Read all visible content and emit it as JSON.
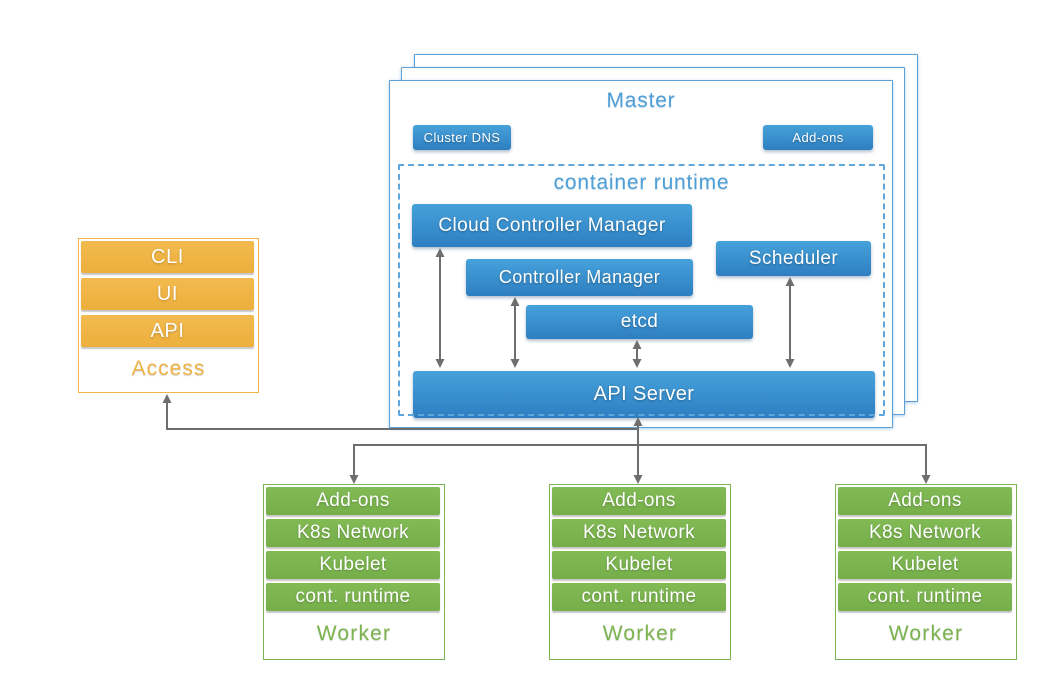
{
  "colors": {
    "box_blue_top": "#46A1DA",
    "box_blue_bottom": "#2E7FC1",
    "heading_blue": "#4E9FD7",
    "border_blue": "#5E9FD4",
    "green": "#7CB450",
    "orange": "#F0B446",
    "arrow_gray": "#6E6E6E"
  },
  "master": {
    "title": "Master",
    "cluster_dns_label": "Cluster DNS",
    "addons_label": "Add-ons",
    "container_runtime": {
      "title": "container runtime",
      "cloud_controller_manager": "Cloud Controller Manager",
      "controller_manager": "Controller Manager",
      "etcd": "etcd",
      "scheduler": "Scheduler",
      "api_server": "API Server"
    }
  },
  "access": {
    "items": [
      "CLI",
      "UI",
      "API"
    ],
    "label": "Access"
  },
  "workers": [
    {
      "rows": [
        "Add-ons",
        "K8s Network",
        "Kubelet",
        "cont. runtime"
      ],
      "label": "Worker"
    },
    {
      "rows": [
        "Add-ons",
        "K8s Network",
        "Kubelet",
        "cont. runtime"
      ],
      "label": "Worker"
    },
    {
      "rows": [
        "Add-ons",
        "K8s Network",
        "Kubelet",
        "cont. runtime"
      ],
      "label": "Worker"
    }
  ]
}
